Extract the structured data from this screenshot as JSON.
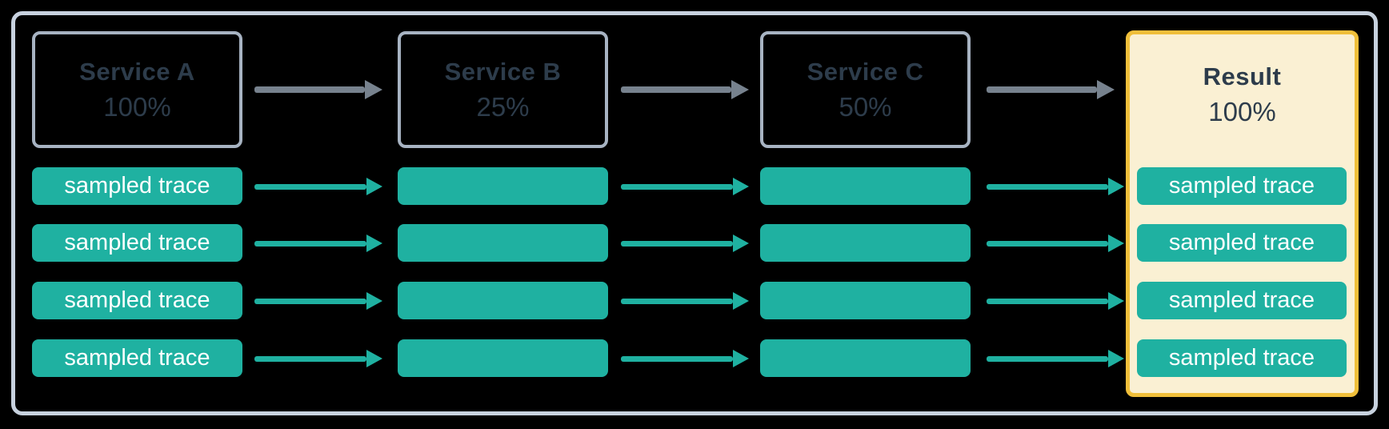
{
  "diagram": {
    "description": "trace-sampling-flow",
    "columns": [
      {
        "title": "Service A",
        "rate": "100%"
      },
      {
        "title": "Service B",
        "rate": "25%"
      },
      {
        "title": "Service C",
        "rate": "50%"
      },
      {
        "title": "Result",
        "rate": "100%"
      }
    ],
    "trace_label": "sampled trace",
    "row_count": 4,
    "colors": {
      "background": "#000000",
      "panel_border": "#c7d1de",
      "service_box_border": "#a7b3c2",
      "service_text": "#2d3c4b",
      "trace_fill": "#1fb1a1",
      "trace_text": "#ffffff",
      "header_arrow": "#77828e",
      "trace_arrow": "#1fb1a1",
      "result_fill": "#faf0d3",
      "result_border": "#f0bf3a"
    }
  }
}
